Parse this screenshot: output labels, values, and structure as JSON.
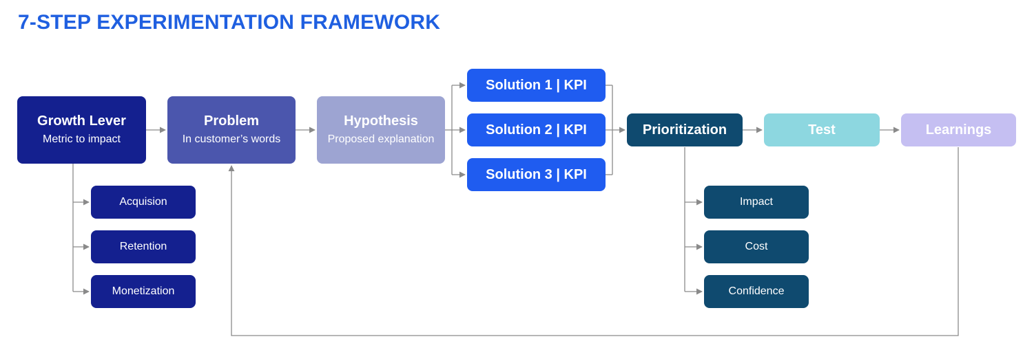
{
  "title": "7-STEP EXPERIMENTATION FRAMEWORK",
  "steps": {
    "growth_lever": {
      "title": "Growth Lever",
      "subtitle": "Metric to impact"
    },
    "problem": {
      "title": "Problem",
      "subtitle": "In customer’s words"
    },
    "hypothesis": {
      "title": "Hypothesis",
      "subtitle": "Proposed explanation"
    },
    "solutions": [
      "Solution 1 | KPI",
      "Solution 2 | KPI",
      "Solution 3 | KPI"
    ],
    "prioritization": {
      "title": "Prioritization"
    },
    "test": {
      "title": "Test"
    },
    "learnings": {
      "title": "Learnings"
    }
  },
  "growth_levers": [
    "Acquision",
    "Retention",
    "Monetization"
  ],
  "prioritization_criteria": [
    "Impact",
    "Cost",
    "Confidence"
  ],
  "colors": {
    "title": "#1f5fe0",
    "growth_lever": "#14208f",
    "problem": "#4b56ad",
    "hypothesis": "#9da4d2",
    "solution": "#1f5cf0",
    "prioritization": "#0f4a6f",
    "test": "#8dd7e0",
    "learnings": "#c5bff2",
    "connector": "#8a8a8a"
  }
}
